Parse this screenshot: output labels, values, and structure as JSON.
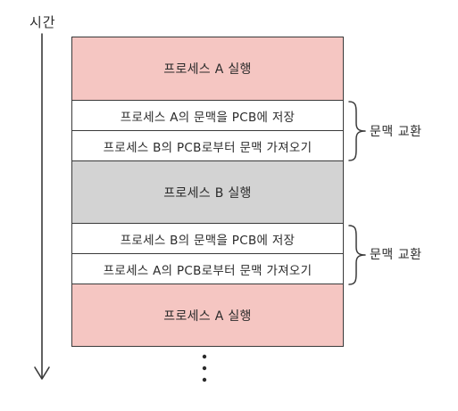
{
  "axis": {
    "label": "시간",
    "arrow_icon": "down-arrow-icon"
  },
  "blocks": [
    {
      "kind": "run",
      "label": "프로세스 A 실행",
      "color": "#f5c6c2"
    },
    {
      "kind": "save",
      "label": "프로세스 A의 문맥을 PCB에 저장",
      "color": "#ffffff"
    },
    {
      "kind": "load",
      "label": "프로세스 B의 PCB로부터 문맥 가져오기",
      "color": "#ffffff"
    },
    {
      "kind": "run",
      "label": "프로세스 B 실행",
      "color": "#d3d3d3"
    },
    {
      "kind": "save",
      "label": "프로세스 B의 문맥을 PCB에 저장",
      "color": "#ffffff"
    },
    {
      "kind": "load",
      "label": "프로세스 A의 PCB로부터 문맥 가져오기",
      "color": "#ffffff"
    },
    {
      "kind": "run",
      "label": "프로세스 A 실행",
      "color": "#f5c6c2"
    }
  ],
  "context_switches": [
    {
      "label": "문맥 교환"
    },
    {
      "label": "문맥 교환"
    }
  ],
  "continuation": "ellipsis-vertical-icon"
}
